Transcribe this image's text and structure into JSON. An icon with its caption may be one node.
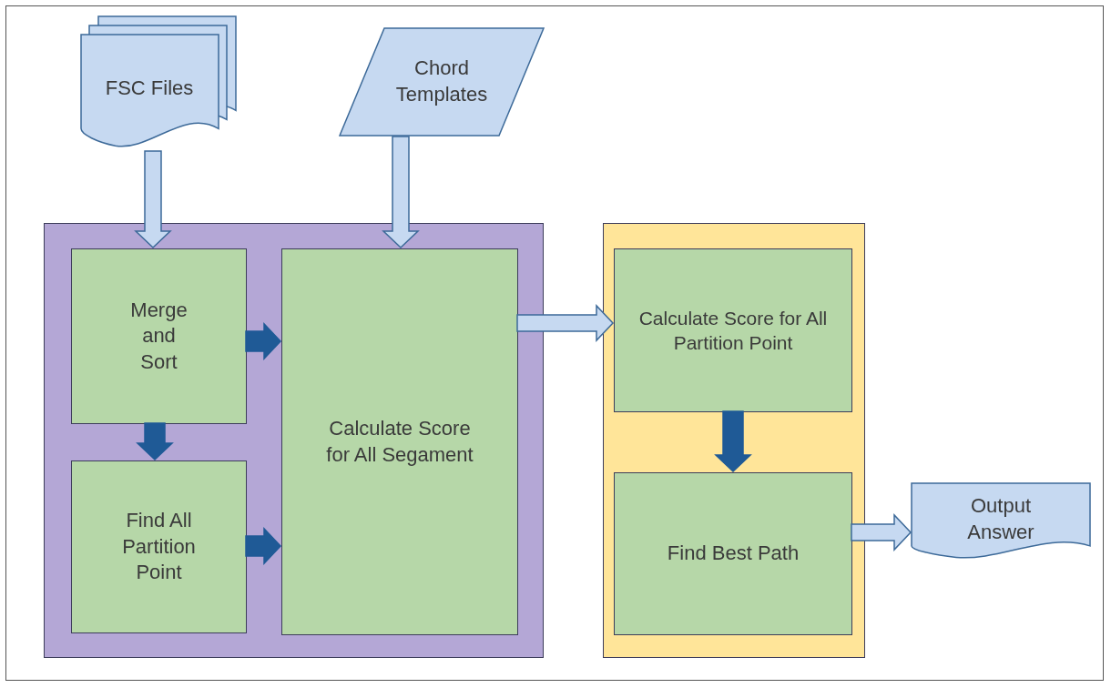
{
  "diagram": {
    "nodes": [
      {
        "text": [
          "FSC Files"
        ]
      },
      {
        "text": [
          "Chord Templates"
        ]
      },
      {
        "text": [],
        "shape": "box"
      },
      {
        "text": [
          "Merge and Sort"
        ],
        "in": 2
      },
      {
        "text": [
          "Find All Partition Point"
        ],
        "in": 2
      },
      {
        "text": [
          "Calculate Score for All Segament"
        ],
        "in": 2
      },
      {
        "text": [],
        "shape": "box"
      },
      {
        "text": [
          "Calculate Score for All Partition Point"
        ],
        "in": 6
      },
      {
        "text": [
          "Find Best Path"
        ],
        "in": 6
      },
      {
        "text": [
          "Output Answer"
        ]
      }
    ],
    "edges": [
      {
        "from": 0,
        "to": 3,
        "arrow": "to"
      },
      {
        "from": 1,
        "to": 5,
        "arrow": "to"
      },
      {
        "from": 3,
        "to": 5,
        "arrow": "to",
        "style": "thick",
        "color": "#1f5a96"
      },
      {
        "from": 4,
        "to": 5,
        "arrow": "to",
        "style": "thick",
        "color": "#1f5a96"
      },
      {
        "from": 3,
        "to": 4,
        "arrow": "to",
        "style": "thick",
        "color": "#1f5a96"
      },
      {
        "from": 5,
        "to": 7,
        "arrow": "to"
      },
      {
        "from": 7,
        "to": 8,
        "arrow": "to",
        "style": "thick",
        "color": "#1f5a96"
      },
      {
        "from": 8,
        "to": 9,
        "arrow": "to"
      }
    ]
  }
}
